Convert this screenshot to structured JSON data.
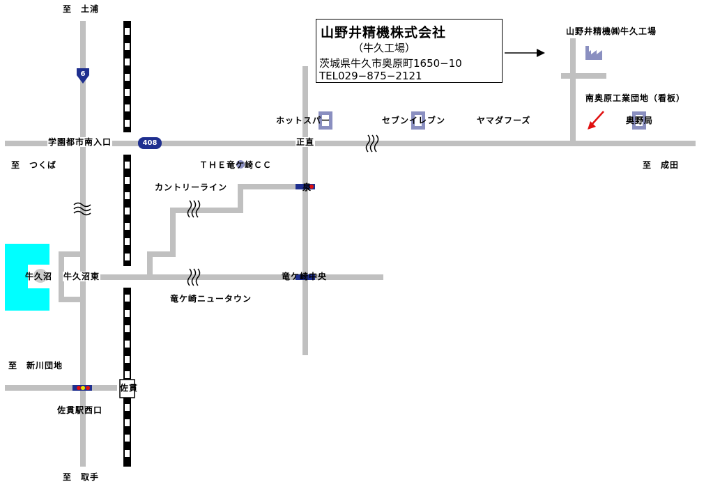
{
  "company": {
    "name": "山野井精機株式会社",
    "branch": "（牛久工場）",
    "address": "茨城県牛久市奥原町1650−10",
    "tel": "TEL029−875−2121"
  },
  "labels": {
    "to_tsuchiura": "至　土浦",
    "to_tsukuba": "至　つくば",
    "to_narita": "至　成田",
    "to_toride": "至　取手",
    "to_niikawa": "至　新川団地",
    "gakuen_entrance": "学園都市南入口",
    "route_408": "408",
    "route_6": "6",
    "shoden": "正直",
    "hot_spa": "ホットスパー",
    "seven_eleven": "セブンイレブン",
    "yamada_foods": "ヤマダフーズ",
    "factory": "山野井精機㈱牛久工場",
    "minami_okuhara": "南奥原工業団地（看板）",
    "post_office": "奥野局",
    "the_cc": "ＴＨＥ竜ケ崎ＣＣ",
    "country_line": "カントリーライン",
    "izumi": "泉",
    "ushikunuma": "牛久沼",
    "ushikunuma_east": "牛久沼東",
    "ryugasaki_center": "竜ケ崎中央",
    "ryugasaki_newtown": "竜ケ崎ニュータウン",
    "sanuki": "佐貫",
    "sanuki_west": "佐貫駅西口"
  },
  "colors": {
    "road": "#c0c0c0",
    "lake": "#00ffff",
    "route_badge": "#1f2f8f",
    "arrow": "#e01010"
  }
}
